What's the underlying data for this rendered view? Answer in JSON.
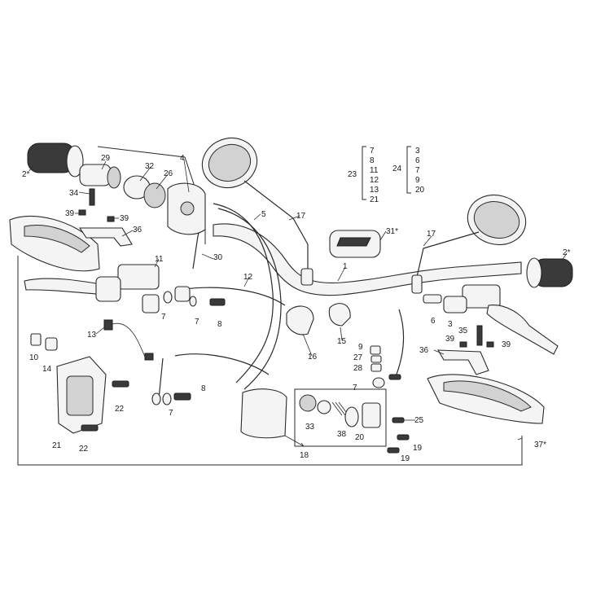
{
  "labels": {
    "l1": "1",
    "l2a": "2*",
    "l2b": "2*",
    "l3a": "3",
    "l4": "4",
    "l5": "5",
    "l6": "6",
    "l7a": "7",
    "l7b": "7",
    "l7c": "7",
    "l7d": "7",
    "l8a": "8",
    "l8b": "8",
    "l9": "9",
    "l10": "10",
    "l11": "11",
    "l12": "12",
    "l13": "13",
    "l14": "14",
    "l15": "15",
    "l16": "16",
    "l17a": "17",
    "l17b": "17",
    "l18": "18",
    "l19a": "19",
    "l19b": "19",
    "l20": "20",
    "l21": "21",
    "l22a": "22",
    "l22b": "22",
    "l23": "23",
    "l24": "24",
    "l25": "25",
    "l26": "26",
    "l27": "27",
    "l28": "28",
    "l29": "29",
    "l30": "30",
    "l31": "31*",
    "l32": "32",
    "l33": "33",
    "l34": "34",
    "l35": "35",
    "l36a": "36",
    "l36b": "36",
    "l37": "37*",
    "l38": "38",
    "l39a": "39",
    "l39b": "39",
    "l39c": "39",
    "l39d": "39"
  },
  "kit23": [
    "7",
    "8",
    "11",
    "12",
    "13",
    "21"
  ],
  "kit24": [
    "3",
    "6",
    "7",
    "9",
    "20"
  ]
}
